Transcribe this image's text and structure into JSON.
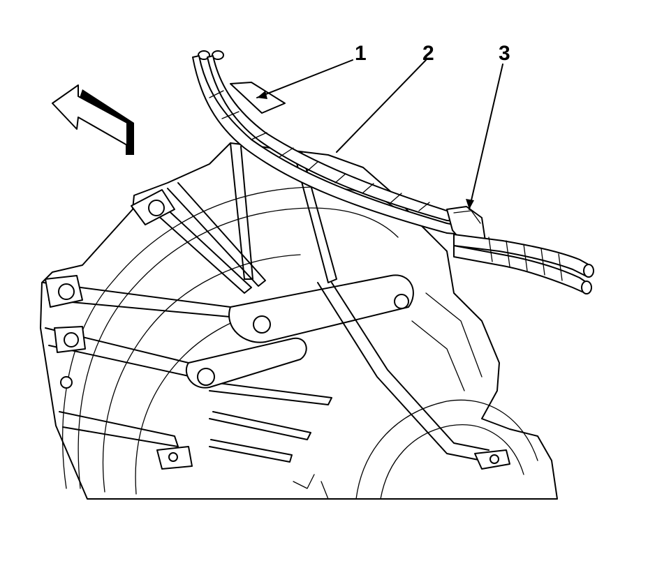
{
  "diagram": {
    "callouts": [
      {
        "number": "1"
      },
      {
        "number": "2"
      },
      {
        "number": "3"
      }
    ]
  }
}
